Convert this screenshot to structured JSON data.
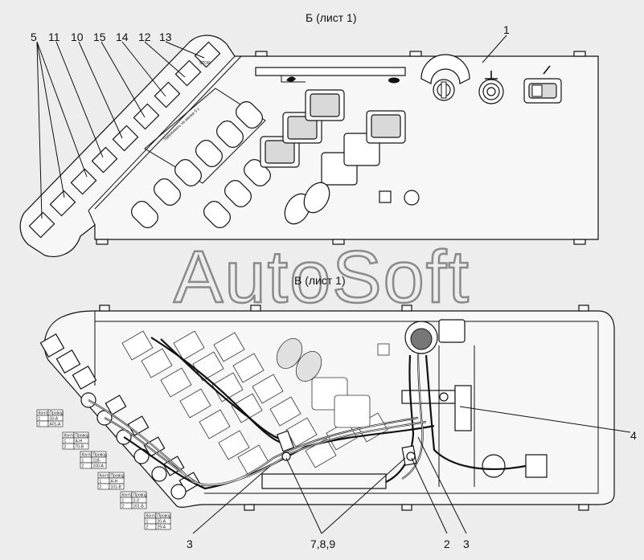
{
  "view_top_title": "Б (лист 1)",
  "view_bottom_title": "В (лист 1)",
  "watermark": "AutoSoft",
  "panel_inscription": "Удерживать не менее 5 с",
  "stop_label": "STOP",
  "top_callouts": [
    "5",
    "11",
    "10",
    "15",
    "14",
    "12",
    "13",
    "1"
  ],
  "bottom_callouts": [
    "3",
    "7,8,9",
    "2",
    "3",
    "4"
  ],
  "connector_tables": [
    {
      "h1": "Контакт",
      "h2": "Провод",
      "rows": [
        [
          "1",
          "16-А"
        ],
        [
          "2",
          "А01-А"
        ]
      ]
    },
    {
      "h1": "Контакт",
      "h2": "Провод",
      "rows": [
        [
          "1",
          "А-Н"
        ],
        [
          "2",
          "70-В"
        ]
      ]
    },
    {
      "h1": "Контакт",
      "h2": "Провод",
      "rows": [
        [
          "1",
          "118-"
        ],
        [
          "2",
          "100-А"
        ]
      ]
    },
    {
      "h1": "Контакт",
      "h2": "Провод",
      "rows": [
        [
          "1",
          "А-Н"
        ],
        [
          "2",
          "101-В"
        ]
      ]
    },
    {
      "h1": "Контакт",
      "h2": "Провод",
      "rows": [
        [
          "1",
          "2-3"
        ],
        [
          "2",
          "101-Б"
        ]
      ]
    },
    {
      "h1": "Контакт",
      "h2": "Провод",
      "rows": [
        [
          "1",
          "20-А"
        ],
        [
          "2",
          "29-А"
        ]
      ]
    }
  ]
}
